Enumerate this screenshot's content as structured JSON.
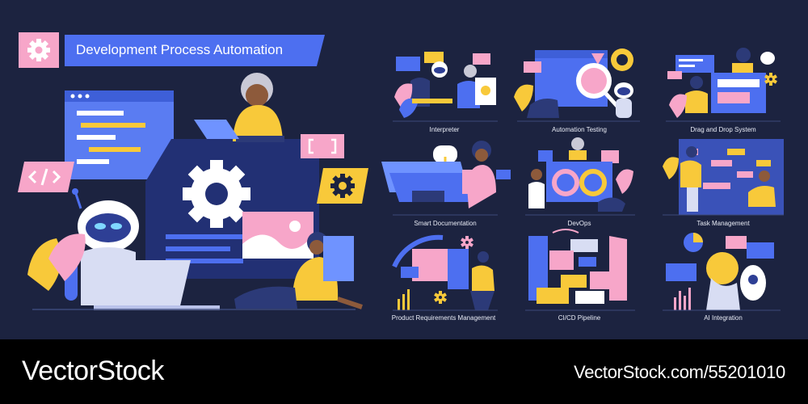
{
  "hero": {
    "title": "Development Process Automation",
    "icon": "gear-icon"
  },
  "scenes": [
    {
      "caption": "Interpreter"
    },
    {
      "caption": "Automation Testing"
    },
    {
      "caption": "Drag and Drop System"
    },
    {
      "caption": "Smart Documentation"
    },
    {
      "caption": "DevOps"
    },
    {
      "caption": "Task Management"
    },
    {
      "caption": "Product Requirements Management"
    },
    {
      "caption": "CI/CD Pipeline"
    },
    {
      "caption": "AI Integration"
    }
  ],
  "footer": {
    "brand": "VectorStock",
    "image_id": "VectorStock.com/55201010"
  },
  "colors": {
    "background": "#1c2340",
    "blue": "#4d6ff0",
    "pink": "#f7a6c9",
    "yellow": "#f8c93a",
    "footer": "#000000"
  }
}
